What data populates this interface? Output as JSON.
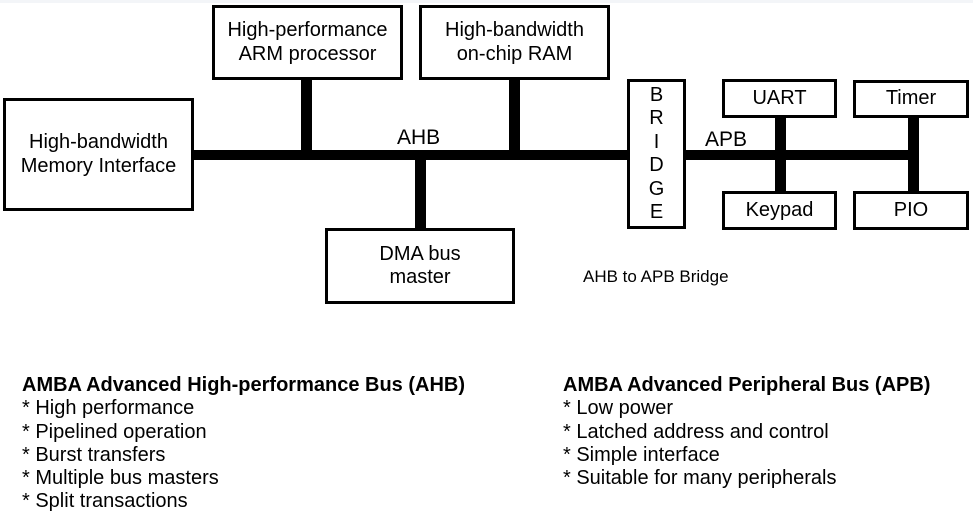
{
  "diagram": {
    "nodes": {
      "memory_interface": "High-bandwidth\nMemory Interface",
      "arm_processor": "High-performance\nARM processor",
      "onchip_ram": "High-bandwidth\non-chip RAM",
      "dma_master": "DMA bus\nmaster",
      "bridge": "B\nR\nI\nD\nG\nE",
      "uart": "UART",
      "timer": "Timer",
      "keypad": "Keypad",
      "pio": "PIO"
    },
    "labels": {
      "ahb": "AHB",
      "apb": "APB",
      "bridge_caption": "AHB to APB Bridge"
    },
    "colors": {
      "line": "#000000",
      "box_border": "#000000",
      "background": "#ffffff"
    }
  },
  "notes": {
    "ahb": {
      "title": "AMBA Advanced High-performance Bus (AHB)",
      "items": [
        "* High performance",
        "* Pipelined operation",
        "* Burst transfers",
        "* Multiple bus masters",
        "* Split transactions"
      ]
    },
    "apb": {
      "title": "AMBA Advanced Peripheral Bus (APB)",
      "items": [
        "* Low power",
        "* Latched address and control",
        "* Simple interface",
        "* Suitable for many peripherals"
      ]
    }
  }
}
